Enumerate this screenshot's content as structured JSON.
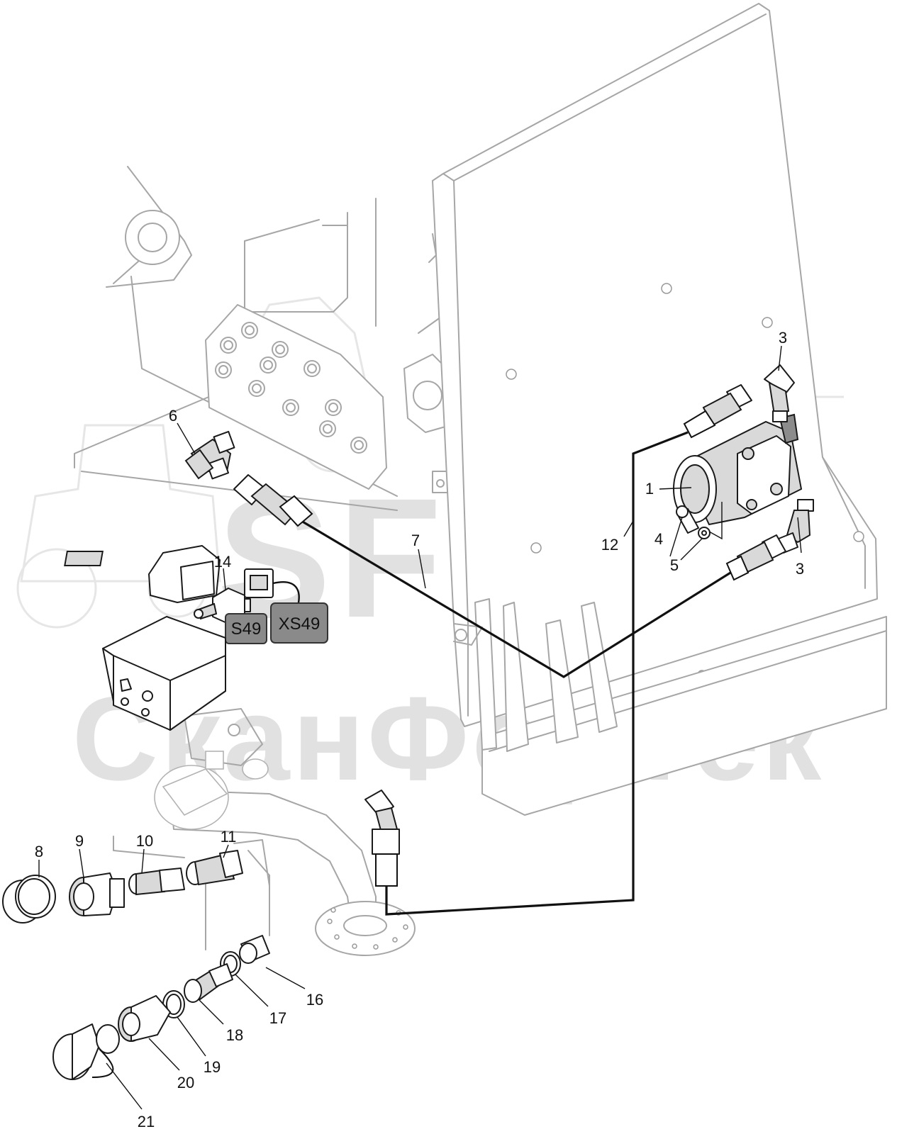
{
  "watermark": {
    "logo_text": "SFT",
    "company_text": "СканФорТек"
  },
  "connector_labels": {
    "switch": "S49",
    "socket": "XS49"
  },
  "callouts": [
    {
      "id": "c1",
      "label": "1"
    },
    {
      "id": "c3a",
      "label": "3"
    },
    {
      "id": "c3b",
      "label": "3"
    },
    {
      "id": "c4",
      "label": "4"
    },
    {
      "id": "c5",
      "label": "5"
    },
    {
      "id": "c6",
      "label": "6"
    },
    {
      "id": "c7",
      "label": "7"
    },
    {
      "id": "c8",
      "label": "8"
    },
    {
      "id": "c9",
      "label": "9"
    },
    {
      "id": "c10",
      "label": "10"
    },
    {
      "id": "c11",
      "label": "11"
    },
    {
      "id": "c12",
      "label": "12"
    },
    {
      "id": "c14",
      "label": "14"
    },
    {
      "id": "c16",
      "label": "16"
    },
    {
      "id": "c17",
      "label": "17"
    },
    {
      "id": "c18",
      "label": "18"
    },
    {
      "id": "c19",
      "label": "19"
    },
    {
      "id": "c20",
      "label": "20"
    },
    {
      "id": "c21",
      "label": "21"
    }
  ]
}
